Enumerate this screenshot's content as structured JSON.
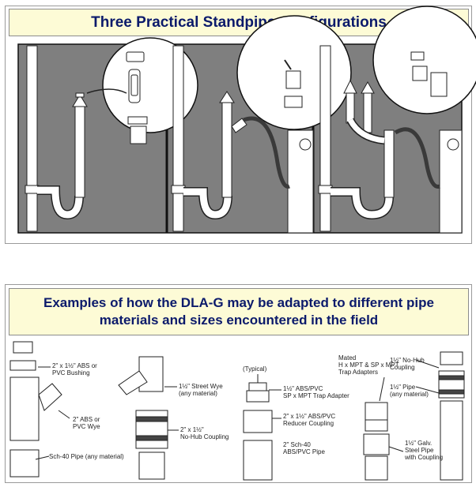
{
  "top": {
    "title": "Three Practical Standpipe Configurations"
  },
  "bottom": {
    "title_line1": "Examples of how the DLA-G may be adapted to different pipe",
    "title_line2": "materials and sizes encountered in the field",
    "labels": {
      "bushing": "2\" x 1½\" ABS or\nPVC Bushing",
      "wye": "2\" ABS or\nPVC Wye",
      "sch40_any": "Sch-40 Pipe (any material)",
      "street_wye": "1½\" Street Wye\n(any material)",
      "nohub_coupling_2": "2\" x 1½\"\nNo-Hub Coupling",
      "typical": "(Typical)",
      "trap_adapter": "1½\" ABS/PVC\nSP x MPT Trap Adapter",
      "reducer": "2\" x 1½\" ABS/PVC\nReducer Coupling",
      "sch40_abs": "2\" Sch-40\nABS/PVC Pipe",
      "mated": "Mated\nH x MPT & SP x MPT\nTrap Adapters",
      "nohub_15": "1½\" No-Hub\nCoupling",
      "pipe_15": "1½\" Pipe\n(any material)",
      "galv": "1½\" Galv.\nSteel Pipe\nwith Coupling"
    }
  },
  "colors": {
    "title_bg": "#fdfbd6",
    "title_text": "#0b1a6b",
    "wall": "#7f7f7f",
    "hose": "#3a3a3a"
  }
}
